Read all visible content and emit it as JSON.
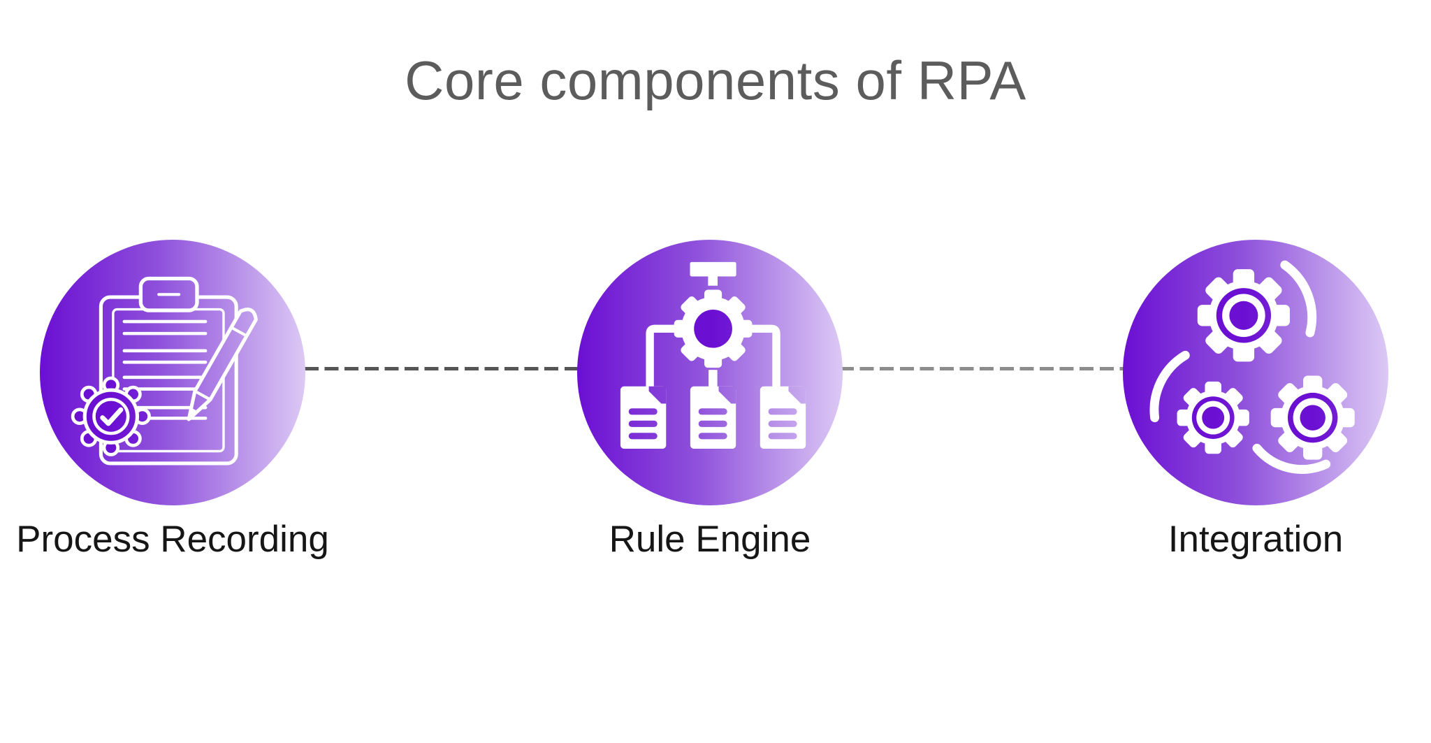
{
  "title": "Core components of RPA",
  "components": [
    {
      "label": "Process Recording",
      "icon": "clipboard-checklist-pencil-check-gear"
    },
    {
      "label": "Rule Engine",
      "icon": "gear-flowchart-three-documents"
    },
    {
      "label": "Integration",
      "icon": "three-gears-rotation-arcs"
    }
  ],
  "connectors": [
    {
      "style": "dashed",
      "from": "Process Recording",
      "to": "Rule Engine"
    },
    {
      "style": "dashed",
      "from": "Rule Engine",
      "to": "Integration"
    }
  ],
  "colors": {
    "background": "#ffffff",
    "title_color": "#5c5c5c",
    "label_color": "#161616",
    "icon_white": "#ffffff",
    "circle_gradient_start": "#6b0fd3",
    "circle_gradient_mid": "#8f51db",
    "circle_gradient_end": "#dcc9f5",
    "connector_left_color": "#555555",
    "connector_right_color": "#8c8c8c"
  }
}
